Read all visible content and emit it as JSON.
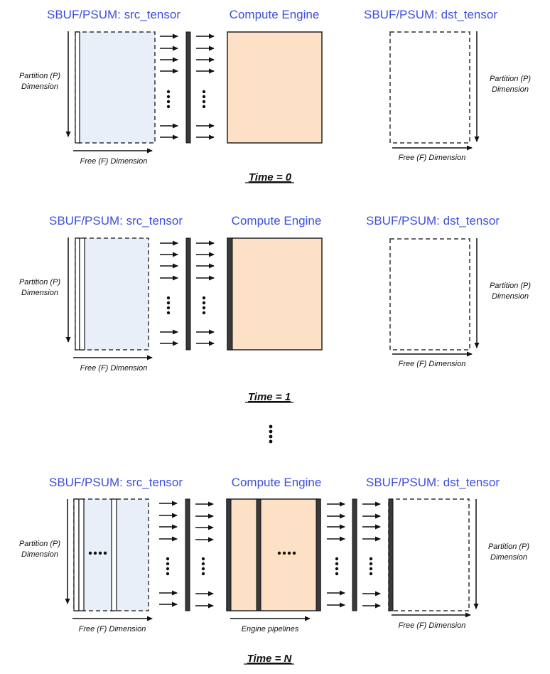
{
  "colors": {
    "title": "#3b4fe0",
    "src_fill": "#e8eff9",
    "engine_fill": "#fde1c7",
    "bar": "#3a3a3a",
    "line": "#111111"
  },
  "panels": [
    {
      "time_label": "Time = 0",
      "src_title": "SBUF/PSUM: src_tensor",
      "engine_title": "Compute Engine",
      "dst_title": "SBUF/PSUM: dst_tensor",
      "src_partition_label": [
        "Partition (P)",
        "Dimension"
      ],
      "src_free_label": "Free (F) Dimension",
      "dst_partition_label": [
        "Partition (P)",
        "Dimension"
      ],
      "dst_free_label": "Free (F) Dimension"
    },
    {
      "time_label": "Time = 1",
      "src_title": "SBUF/PSUM: src_tensor",
      "engine_title": "Compute Engine",
      "dst_title": "SBUF/PSUM: dst_tensor",
      "src_partition_label": [
        "Partition (P)",
        "Dimension"
      ],
      "src_free_label": "Free (F) Dimension",
      "dst_partition_label": [
        "Partition (P)",
        "Dimension"
      ],
      "dst_free_label": "Free (F) Dimension"
    },
    {
      "time_label": "Time = N",
      "src_title": "SBUF/PSUM: src_tensor",
      "engine_title": "Compute Engine",
      "dst_title": "SBUF/PSUM: dst_tensor",
      "src_partition_label": [
        "Partition (P)",
        "Dimension"
      ],
      "src_free_label": "Free (F) Dimension",
      "engine_axis_label": "Engine pipelines",
      "dst_partition_label": [
        "Partition (P)",
        "Dimension"
      ],
      "dst_free_label": "Free (F) Dimension"
    }
  ]
}
